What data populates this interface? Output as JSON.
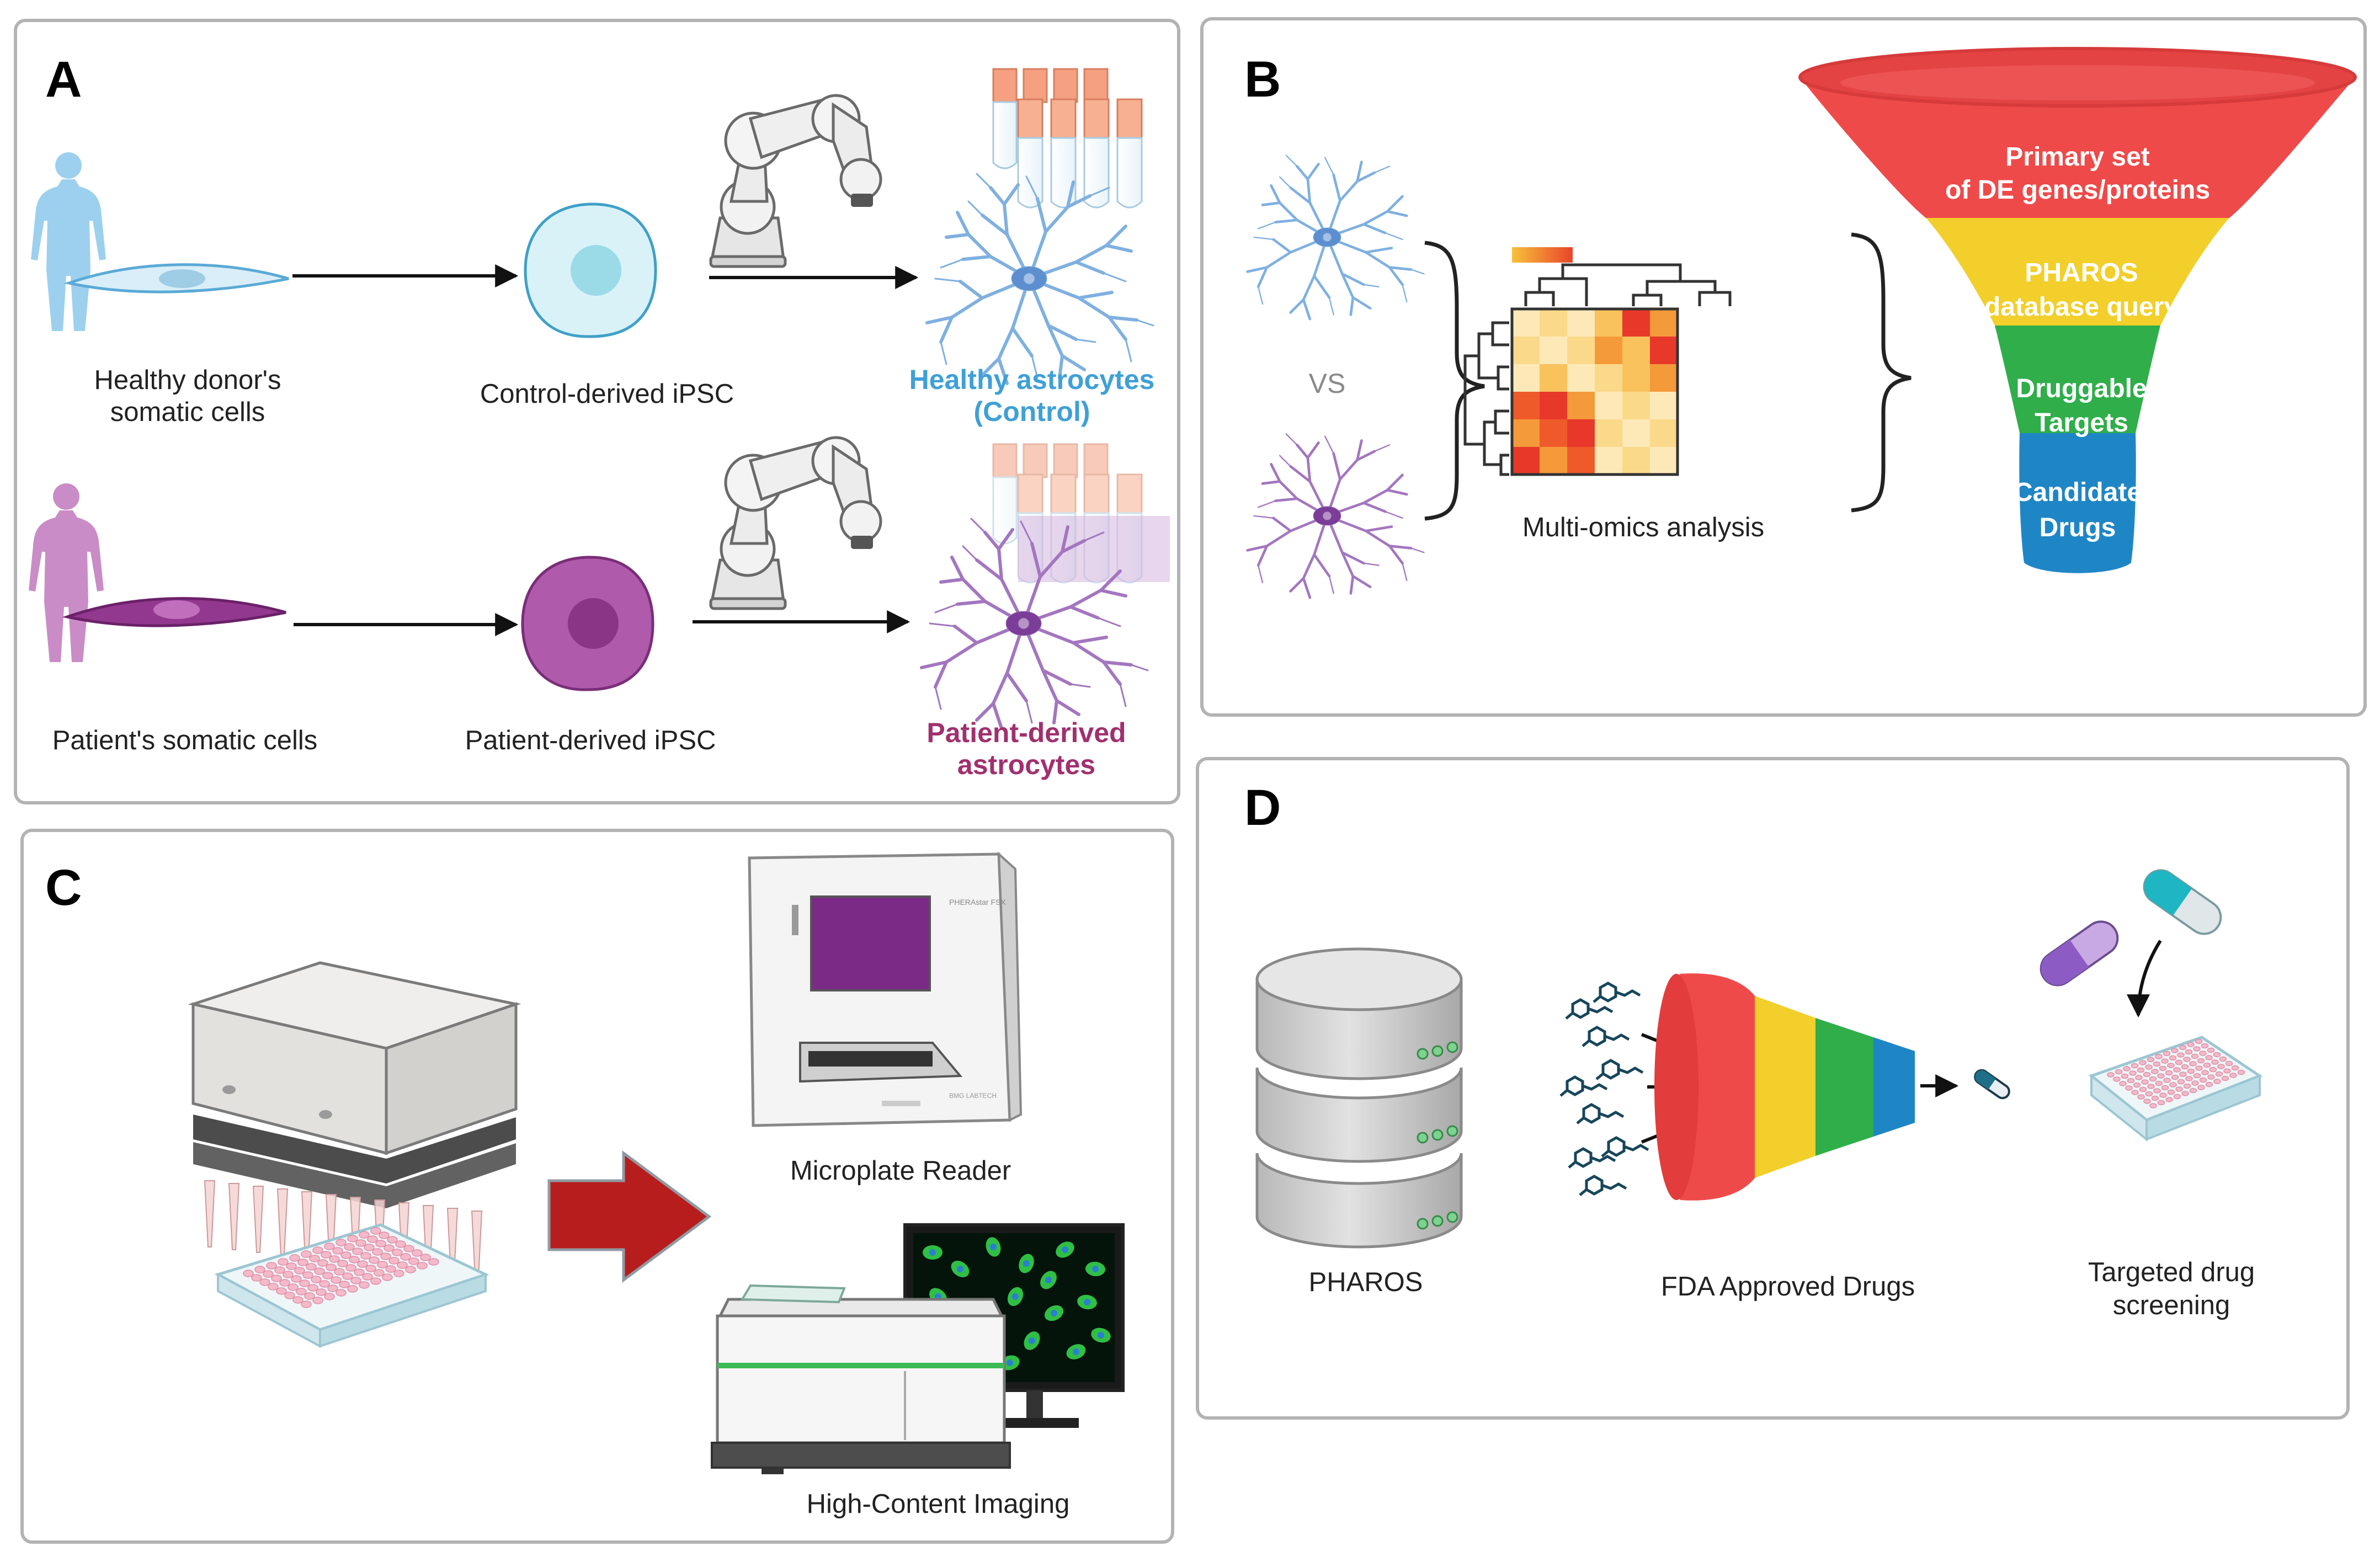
{
  "panels": {
    "a": {
      "letter": "A",
      "row1": {
        "donor_label": [
          "Healthy donor's",
          "somatic cells"
        ],
        "ipsc_label": "Control-derived iPSC",
        "astro_label": [
          "Healthy astrocytes",
          "(Control)"
        ]
      },
      "row2": {
        "donor_label": "Patient's somatic cells",
        "ipsc_label": "Patient-derived iPSC",
        "astro_label": [
          "Patient-derived",
          "astrocytes"
        ]
      }
    },
    "b": {
      "letter": "B",
      "vs_label": "VS",
      "analysis_label": "Multi-omics analysis",
      "funnel": [
        {
          "lines": [
            "Primary set",
            "of DE genes/proteins"
          ],
          "color": "#ef4a4a"
        },
        {
          "lines": [
            "PHAROS",
            "database query"
          ],
          "color": "#f2cf2a"
        },
        {
          "lines": [
            "Druggable",
            "Targets"
          ],
          "color": "#2fae4a"
        },
        {
          "lines": [
            "Candidate",
            "Drugs"
          ],
          "color": "#1f86c5"
        }
      ]
    },
    "c": {
      "letter": "C",
      "reader_label": "Microplate Reader",
      "imaging_label": "High-Content Imaging"
    },
    "d": {
      "letter": "D",
      "pharos_label": "PHAROS",
      "fda_label": "FDA Approved Drugs",
      "screen_label": [
        "Targeted drug",
        "screening"
      ]
    }
  },
  "colors": {
    "healthy": "#3fa0d8",
    "patient": "#a0306e",
    "panel_border": "#b3b3b3",
    "arrow_red": "#b81d1d"
  },
  "icons": [
    "human-icon",
    "fibroblast-icon",
    "ipsc-cell-icon",
    "robot-arm-icon",
    "tube-rack-icon",
    "astrocyte-icon",
    "heatmap-icon",
    "funnel-icon",
    "pipette-head-icon",
    "well-plate-icon",
    "microplate-reader-icon",
    "imaging-system-icon",
    "database-icon",
    "molecule-icon",
    "capsule-icon"
  ]
}
